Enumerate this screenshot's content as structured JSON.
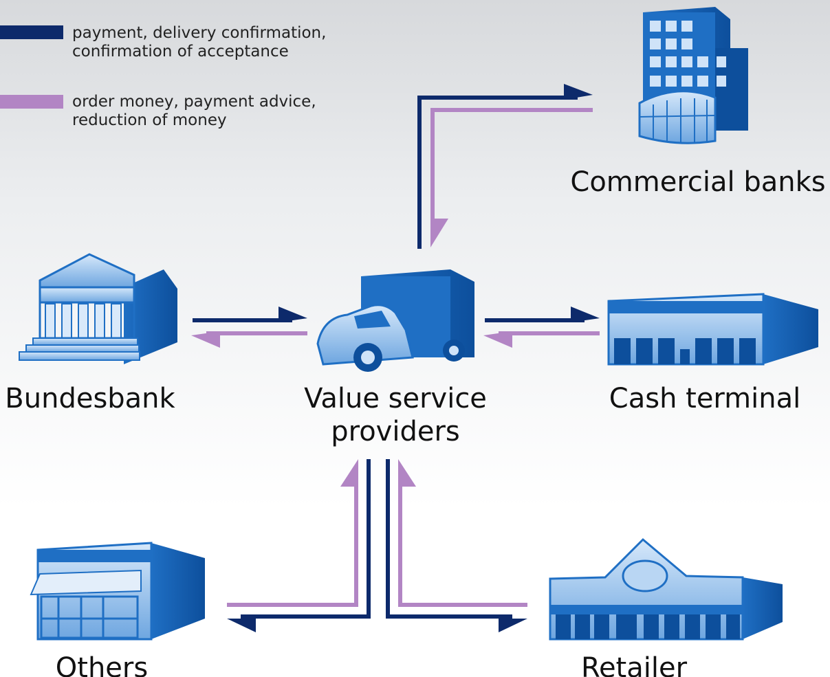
{
  "legend": [
    {
      "color": "#0d2a6b",
      "line1": "payment, delivery confirmation,",
      "line2": "confirmation of acceptance"
    },
    {
      "color": "#b285c4",
      "line1": "order money, payment advice,",
      "line2": "reduction of money"
    }
  ],
  "nodes": {
    "commercial_banks": "Commercial banks",
    "bundesbank": "Bundesbank",
    "value_service_line1": "Value service",
    "value_service_line2": "providers",
    "cash_terminal": "Cash terminal",
    "others": "Others",
    "retailer": "Retailer"
  },
  "colors": {
    "navy": "#0d2a6b",
    "pink": "#b285c4",
    "icon_blue": "#1f6fc4",
    "icon_light": "#8fbdea"
  }
}
